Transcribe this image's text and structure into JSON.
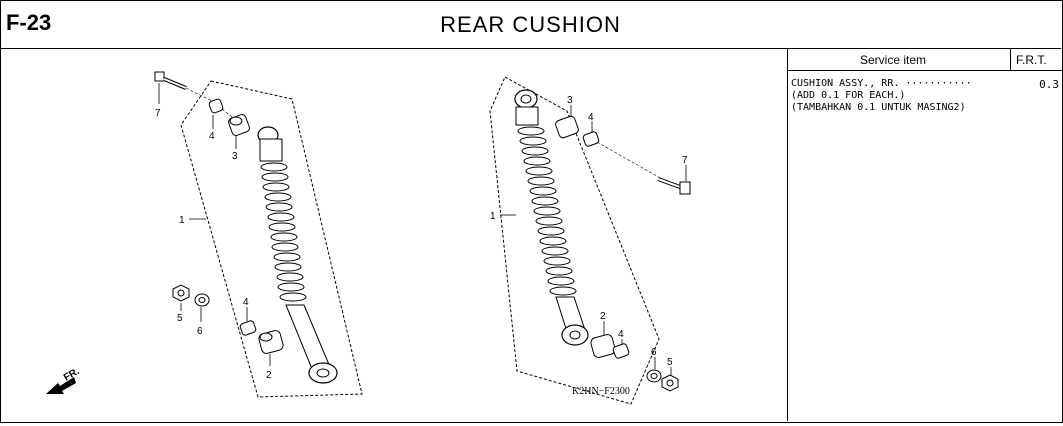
{
  "header": {
    "code": "F-23",
    "title": "REAR CUSHION"
  },
  "service": {
    "col_item": "Service item",
    "col_frt": "F.R.T.",
    "line1": "CUSHION ASSY., RR. ···········",
    "value": "0.3",
    "line2": "(ADD 0.1 FOR EACH.)",
    "line3": "(TAMBAHKAN 0.1 UNTUK MASING2)"
  },
  "diagram": {
    "front_label": "FR.",
    "drawing_code": "K2HN−F2300",
    "left_callouts": {
      "c1": "1",
      "c2": "2",
      "c3": "3",
      "c4a": "4",
      "c4b": "4",
      "c5": "5",
      "c6": "6",
      "c7": "7"
    },
    "right_callouts": {
      "c1": "1",
      "c2": "2",
      "c3": "3",
      "c4a": "4",
      "c4b": "4",
      "c5": "5",
      "c6": "6",
      "c7": "7"
    }
  }
}
